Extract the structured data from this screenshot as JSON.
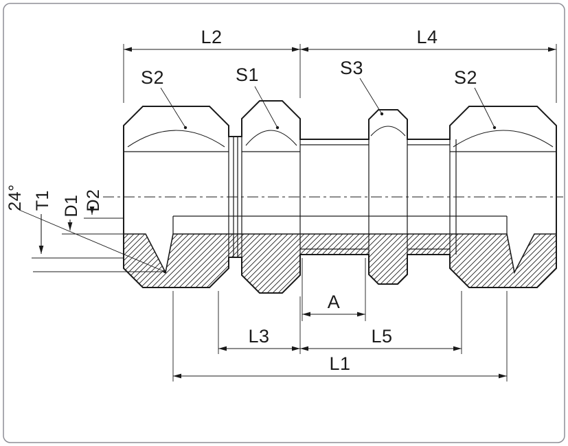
{
  "drawing": {
    "dimension_labels": {
      "l2": "L2",
      "l4": "L4",
      "s2_left": "S2",
      "s1": "S1",
      "s3": "S3",
      "s2_right": "S2",
      "cone_angle": "24°",
      "t1": "T1",
      "d1": "D1",
      "d2": "D2",
      "a": "A",
      "l3": "L3",
      "l5": "L5",
      "l1": "L1"
    }
  },
  "colors": {
    "line": "#1a1a1a",
    "background": "#ffffff",
    "frame": "#8e8e96"
  }
}
